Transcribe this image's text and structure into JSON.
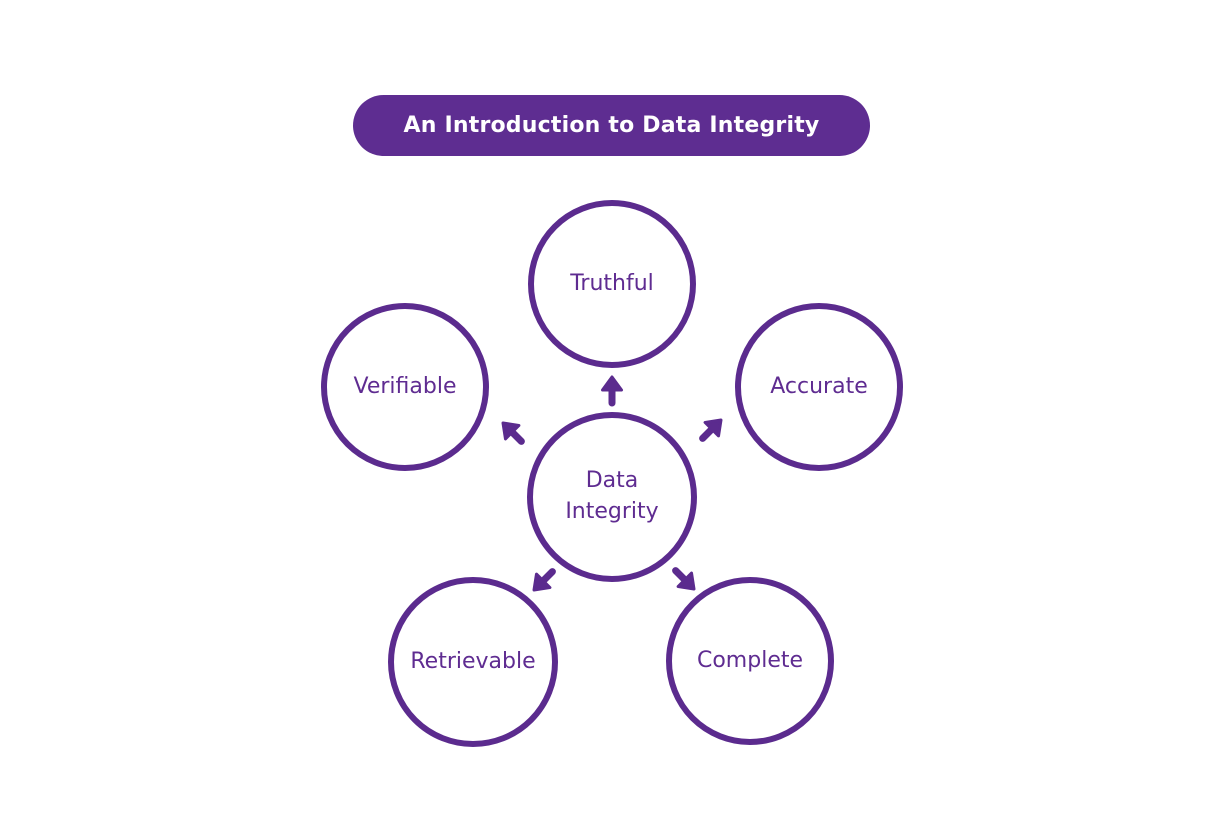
{
  "title": {
    "text": "An Introduction to Data Integrity"
  },
  "diagram": {
    "center": {
      "label": "Data Integrity"
    },
    "nodes": [
      {
        "label": "Truthful",
        "position": "top"
      },
      {
        "label": "Verifiable",
        "position": "upper-left"
      },
      {
        "label": "Accurate",
        "position": "upper-right"
      },
      {
        "label": "Retrievable",
        "position": "lower-left"
      },
      {
        "label": "Complete",
        "position": "lower-right"
      }
    ],
    "arrows": [
      {
        "from": "Data Integrity",
        "to": "Truthful",
        "direction": "up"
      },
      {
        "from": "Data Integrity",
        "to": "Verifiable",
        "direction": "up-left"
      },
      {
        "from": "Data Integrity",
        "to": "Accurate",
        "direction": "up-right"
      },
      {
        "from": "Data Integrity",
        "to": "Retrievable",
        "direction": "down-left"
      },
      {
        "from": "Data Integrity",
        "to": "Complete",
        "direction": "down-right"
      }
    ]
  },
  "colors": {
    "banner_bg": "#5e2d91",
    "banner_text": "#ffffff",
    "circle_border": "#5b2b8e",
    "circle_fill": "#ffffff",
    "label_text": "#5f2c91",
    "arrow": "#5b2b8e",
    "background": "#ffffff"
  }
}
